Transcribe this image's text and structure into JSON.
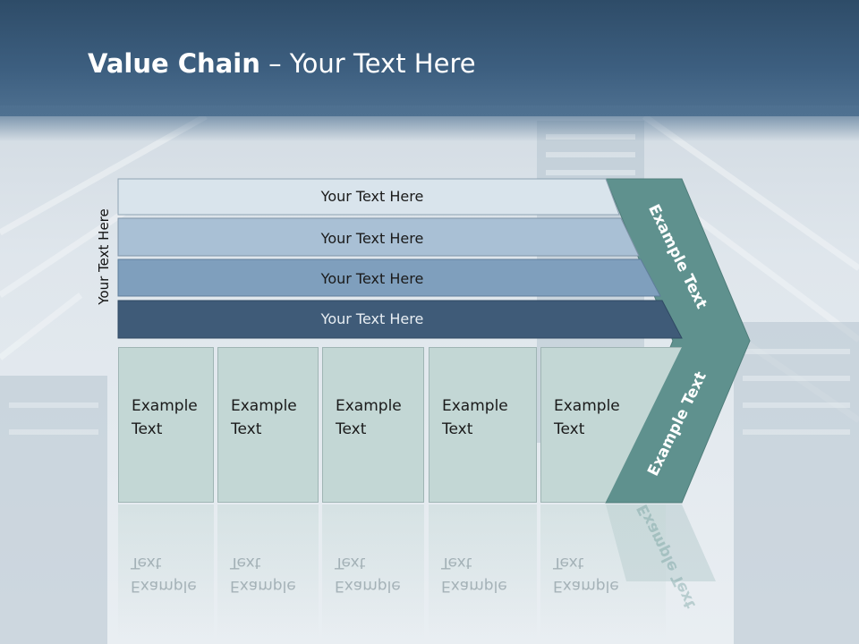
{
  "slide": {
    "title_bold": "Value Chain",
    "title_rest": " – Your Text Here",
    "vertical_label": "Your Text Here"
  },
  "bars": [
    {
      "label": "Your Text Here",
      "fill": "#d9e4ec",
      "text_color": "#1a1a1a"
    },
    {
      "label": "Your Text Here",
      "fill": "#a9c0d5",
      "text_color": "#1a1a1a"
    },
    {
      "label": "Your Text Here",
      "fill": "#7f9fbd",
      "text_color": "#1a1a1a"
    },
    {
      "label": "Your Text Here",
      "fill": "#3f5b78",
      "text_color": "#e8eef3"
    }
  ],
  "cards": [
    {
      "line1": "Example",
      "line2": "Text"
    },
    {
      "line1": "Example",
      "line2": "Text"
    },
    {
      "line1": "Example",
      "line2": "Text"
    },
    {
      "line1": "Example",
      "line2": "Text"
    },
    {
      "line1": "Example",
      "line2": "Text"
    }
  ],
  "chevron": {
    "upper_label": "Example Text",
    "lower_label": "Example Text",
    "fill": "#5f918e"
  },
  "colors": {
    "header": "#3d5f80",
    "card_fill": "#c3d7d5",
    "chevron": "#5f918e"
  }
}
